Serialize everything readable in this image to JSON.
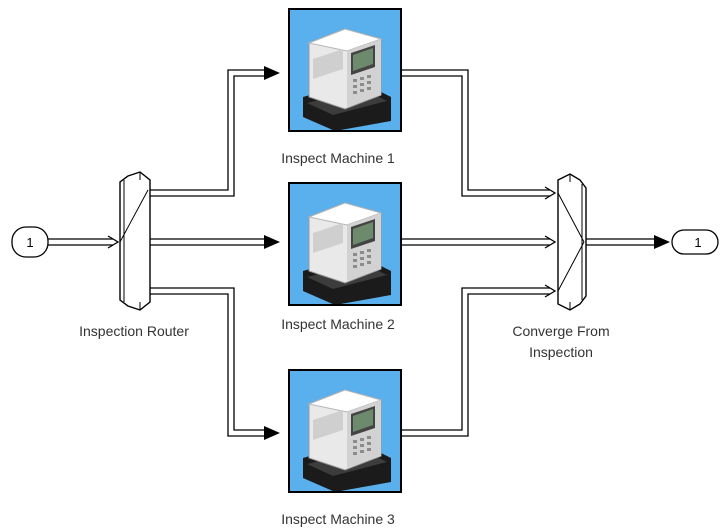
{
  "inport": {
    "number": "1"
  },
  "outport": {
    "number": "1"
  },
  "router": {
    "label": "Inspection Router"
  },
  "converge": {
    "label_line1": "Converge From",
    "label_line2": "Inspection"
  },
  "machines": [
    {
      "label": "Inspect Machine 1"
    },
    {
      "label": "Inspect Machine 2"
    },
    {
      "label": "Inspect Machine 3"
    }
  ],
  "colors": {
    "machine_bg": "#5ab0ec",
    "line": "#000000",
    "block_fill": "#ffffff"
  },
  "icons": {
    "machine": "inspection-machine-icon",
    "router": "entity-output-switch-icon",
    "converge": "entity-input-switch-icon"
  }
}
